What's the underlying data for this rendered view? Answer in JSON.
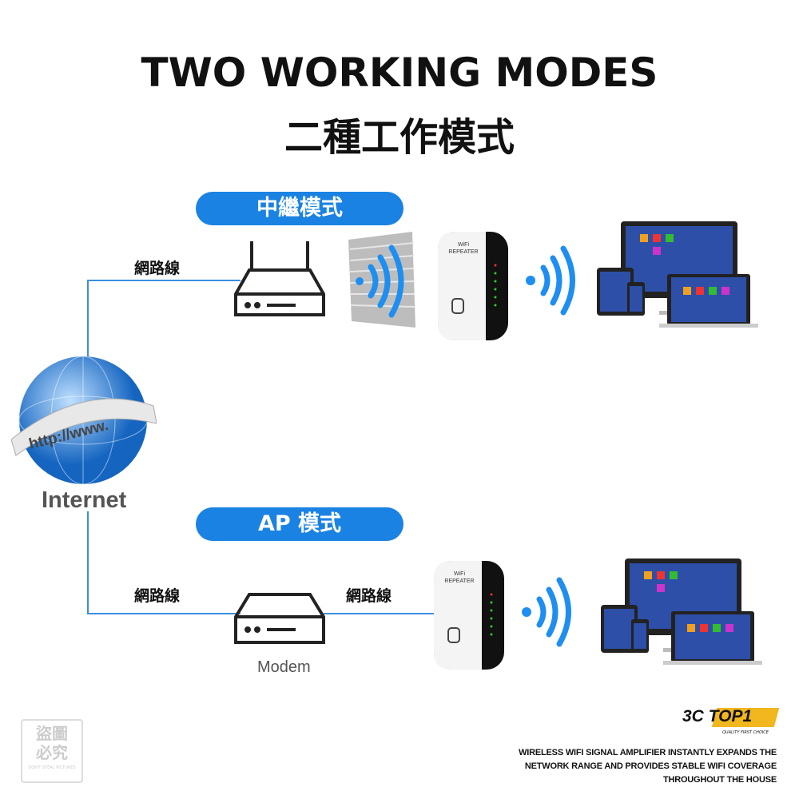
{
  "header": {
    "title": "TWO WORKING MODES",
    "subtitle": "二種工作模式"
  },
  "repeater_mode": {
    "label": "中繼模式",
    "cable_label": "網路線",
    "device_text": "WiFi REPEATER"
  },
  "ap_mode": {
    "label": "AP 模式",
    "cable_label_left": "網路線",
    "cable_label_right": "網路線",
    "modem_label": "Modem",
    "device_text": "WiFi REPEATER"
  },
  "globe": {
    "banner_text": "http://www.",
    "label": "Internet"
  },
  "brand": {
    "logo_text": "3C TOP1",
    "tagline": "QUALITY FIRST CHOICE"
  },
  "watermark": {
    "text": "盜圖必究",
    "caption": "DON'T STEAL PICTURES"
  },
  "footer": {
    "lines": [
      "WIRELESS WIFI SIGNAL AMPLIFIER INSTANTLY EXPANDS THE",
      "NETWORK RANGE AND PROVIDES STABLE WIFI COVERAGE",
      "THROUGHOUT THE HOUSE"
    ]
  },
  "colors": {
    "accent": "#1a82e2",
    "wave": "#1e8ef0"
  }
}
